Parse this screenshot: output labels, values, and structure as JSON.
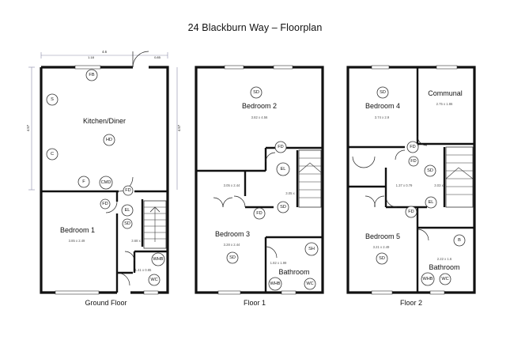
{
  "title": "24 Blackburn Way – Floorplan",
  "floors": [
    {
      "label": "Ground Floor",
      "rooms": [
        {
          "name": "Kitchen/Diner",
          "dim": ""
        },
        {
          "name": "Bedroom 1",
          "dim": "3.85 x 2.49"
        }
      ],
      "small_dims": [
        "3.68 x",
        "1.41 x 0.85"
      ],
      "outer_dims": [
        "4.6",
        "1.18",
        "0.85",
        "4.57",
        "4.57"
      ],
      "fixtures": [
        "FB",
        "S",
        "HD",
        "C",
        "F",
        "CMD",
        "FD",
        "FD",
        "EL",
        "SD",
        "WHB",
        "WC"
      ]
    },
    {
      "label": "Floor 1",
      "rooms": [
        {
          "name": "Bedroom 2",
          "dim": "3.82 x 4.56"
        },
        {
          "name": "Bedroom 3",
          "dim": "3.28 x 2.44"
        },
        {
          "name": "Bathroom",
          "dim": "1.82 x 1.99"
        }
      ],
      "small_dims": [
        "3.05 x 2.44",
        "3.05 x"
      ],
      "fixtures": [
        "SD",
        "FD",
        "EL",
        "SD",
        "FD",
        "SD",
        "SH",
        "WHB",
        "WC"
      ]
    },
    {
      "label": "Floor 2",
      "rooms": [
        {
          "name": "Bedroom 4",
          "dim": "3.74 x 2.9"
        },
        {
          "name": "Communal",
          "dim": "2.75 x 1.86"
        },
        {
          "name": "Bedroom 5",
          "dim": "3.21 x 2.49"
        },
        {
          "name": "Bathroom",
          "dim": "2.22 x 1.6"
        }
      ],
      "small_dims": [
        "1.37 x 0.79",
        "3.03 x"
      ],
      "fixtures": [
        "SD",
        "FD",
        "FD",
        "SD",
        "FD",
        "EL",
        "SD",
        "B",
        "WHB",
        "WC"
      ]
    }
  ]
}
